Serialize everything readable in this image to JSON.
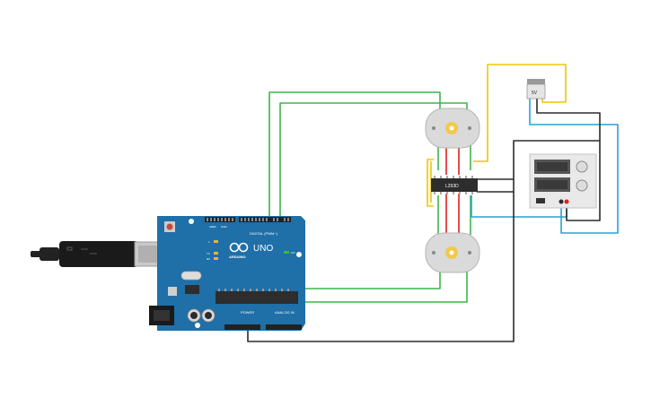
{
  "board": {
    "brand": "ARDUINO",
    "model": "UNO",
    "digital_label": "DIGITAL (PWM~)",
    "power_label": "POWER",
    "analog_label": "ANALOG IN",
    "on_label": "ON",
    "tx_label": "TX",
    "rx_label": "RX",
    "l_label": "L",
    "aref_label": "AREF",
    "gnd_label": "GND"
  },
  "driver_chip": {
    "label": "L293D"
  },
  "regulator": {
    "label": "5V"
  },
  "colors": {
    "wire_green": "#3cb54a",
    "wire_yellow": "#f2c500",
    "wire_blue": "#2a9fd6",
    "wire_black": "#2b2b2b",
    "wire_red": "#e02020",
    "board_blue": "#1f6fa8"
  },
  "icons": [
    "usb-cable-icon",
    "motor-icon",
    "motor-icon",
    "power-supply-icon",
    "voltage-regulator-icon"
  ]
}
